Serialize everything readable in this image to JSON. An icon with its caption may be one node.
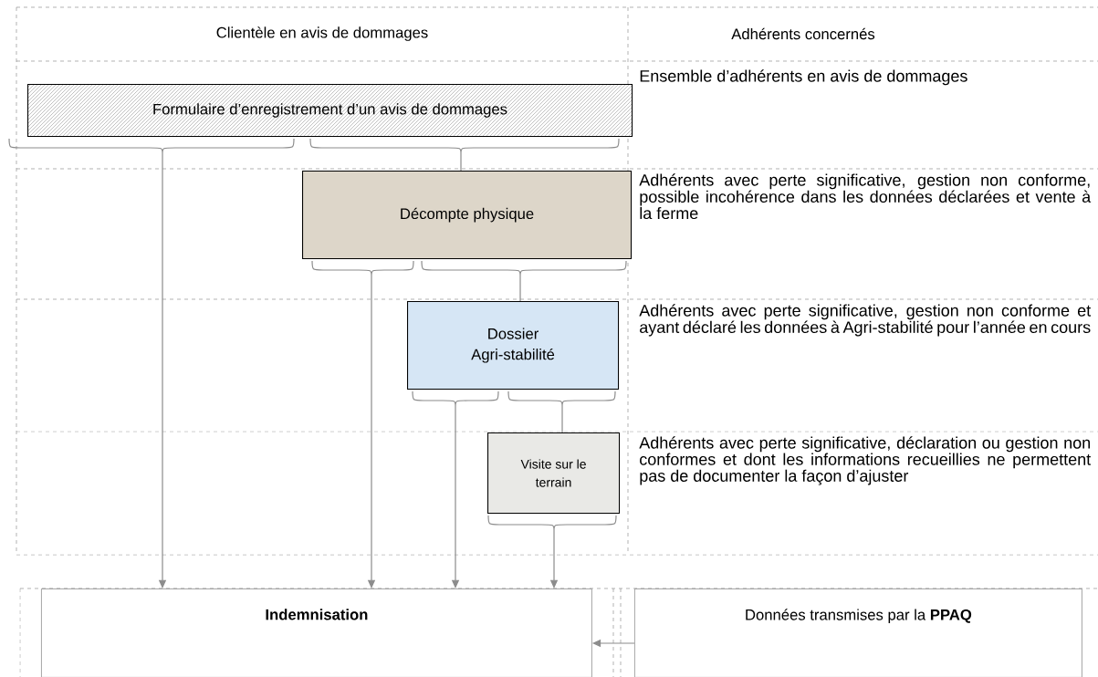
{
  "diagram": {
    "nodes": [
      {
        "text": [
          "Formulaire d’enregistrement d’un avis de dommages"
        ]
      },
      {
        "text": [
          "Décompte physique"
        ]
      },
      {
        "text": [
          "Dossier Agri-stabilité"
        ]
      },
      {
        "text": [
          "Visite sur le terrain"
        ]
      },
      {
        "text": [
          "Indemnisation"
        ]
      },
      {
        "text": [
          "Données transmises par la **PPAQ**"
        ]
      }
    ],
    "edges": [
      {
        "from": 0,
        "to": 4,
        "arrow": "to"
      },
      {
        "from": 0,
        "to": 1,
        "arrow": "other"
      },
      {
        "from": 1,
        "to": 4,
        "arrow": "to"
      },
      {
        "from": 1,
        "to": 2,
        "arrow": "none"
      },
      {
        "from": 2,
        "to": 4,
        "arrow": "to"
      },
      {
        "from": 2,
        "to": 3,
        "arrow": "none"
      },
      {
        "from": 3,
        "to": 4,
        "arrow": "to"
      },
      {
        "from": 5,
        "to": 4,
        "arrow": "to"
      }
    ],
    "labels": [
      "Clientèle en avis de dommages",
      "Adhérents concernés",
      "Ensemble d’adhérents en avis de dommages",
      "Adhérents avec perte significative, gestion non conforme, possible incohérence dans les données déclarées et vente à la ferme",
      "Adhérents avec perte significative, gestion non conforme et ayant déclaré les données à Agri-stabilité pour l’année en cours",
      "Adhérents avec perte significative, déclaration ou gestion non conformes et dont les informations recueillies ne permettent pas de documenter la façon d’ajuster"
    ]
  }
}
